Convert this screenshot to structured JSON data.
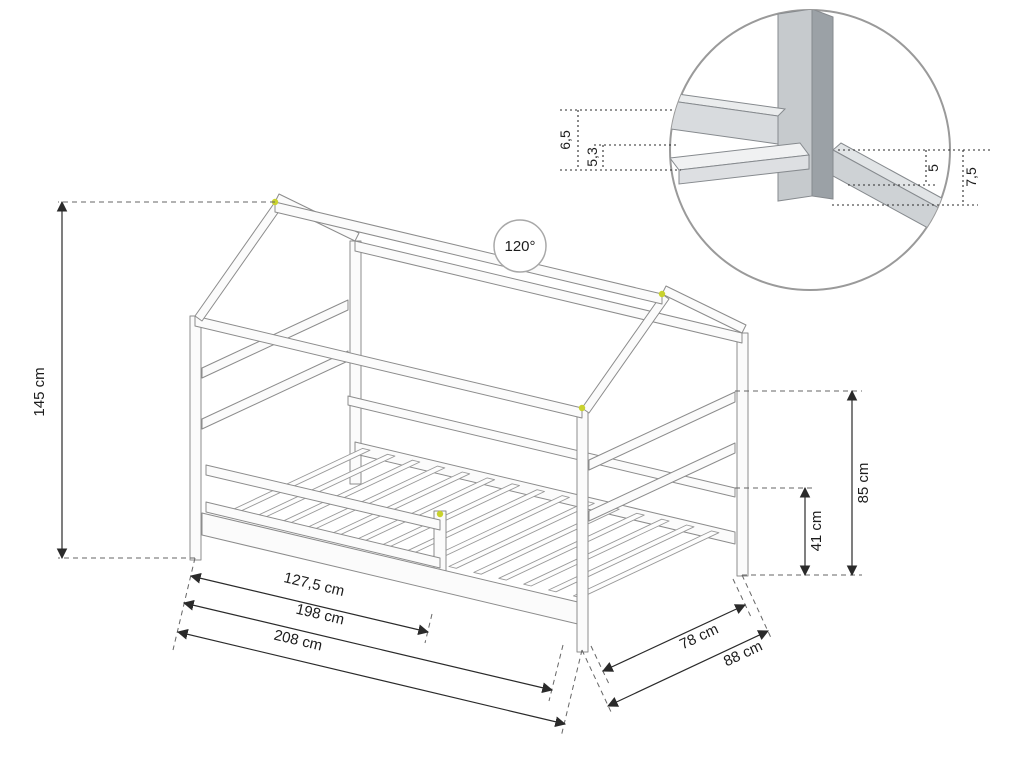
{
  "diagram": {
    "type": "house-bed-dimension-drawing",
    "dimensions": {
      "total_height": "145 cm",
      "guard_length": "127,5 cm",
      "inner_length": "198 cm",
      "total_length": "208 cm",
      "inner_width": "78 cm",
      "total_width": "88 cm",
      "end_rail_height": "85 cm",
      "guard_height": "41 cm",
      "roof_angle": "120°"
    },
    "detail": {
      "slat_width": "6,5",
      "rail_thickness": "5,3",
      "post_depth": "7,5",
      "post_width": "5"
    },
    "colors": {
      "drawing_line": "#8c8c8c",
      "dimension_line": "#2a2a2a",
      "accent_dot": "#c9d22e"
    }
  }
}
